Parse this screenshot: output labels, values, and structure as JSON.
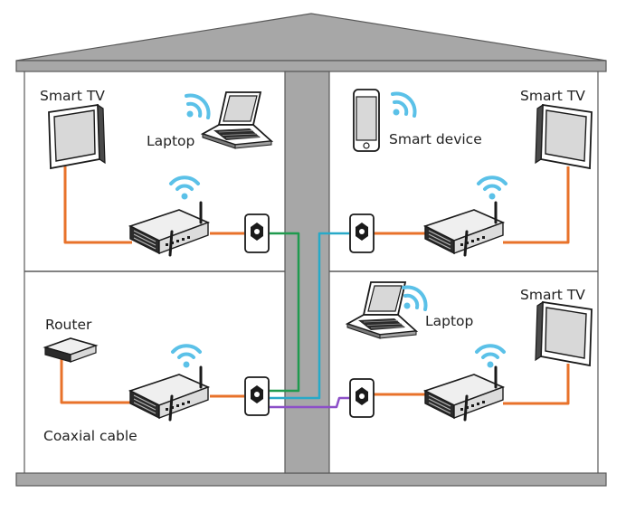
{
  "labels": {
    "smart_tv_top_left": "Smart TV",
    "laptop_top_left": "Laptop",
    "smart_device": "Smart device",
    "smart_tv_top_right": "Smart TV",
    "router": "Router",
    "coaxial_cable": "Coaxial cable",
    "laptop_bottom_right": "Laptop",
    "smart_tv_bottom_right": "Smart TV"
  },
  "colors": {
    "wall": "#a7a7a7",
    "wall_stroke": "#595959",
    "ethernet_cable": "#e8722a",
    "cable_green": "#1f9a4e",
    "cable_cyan": "#28a9c8",
    "cable_purple": "#8c4fc8",
    "wifi": "#5bc1e8"
  },
  "icons": {
    "adapter": "powerline-adapter-icon",
    "outlet": "wall-socket-icon",
    "wifi": "wifi-signal-icon",
    "tv": "tv-icon",
    "laptop": "laptop-icon",
    "phone": "smartphone-icon",
    "router": "router-icon"
  }
}
